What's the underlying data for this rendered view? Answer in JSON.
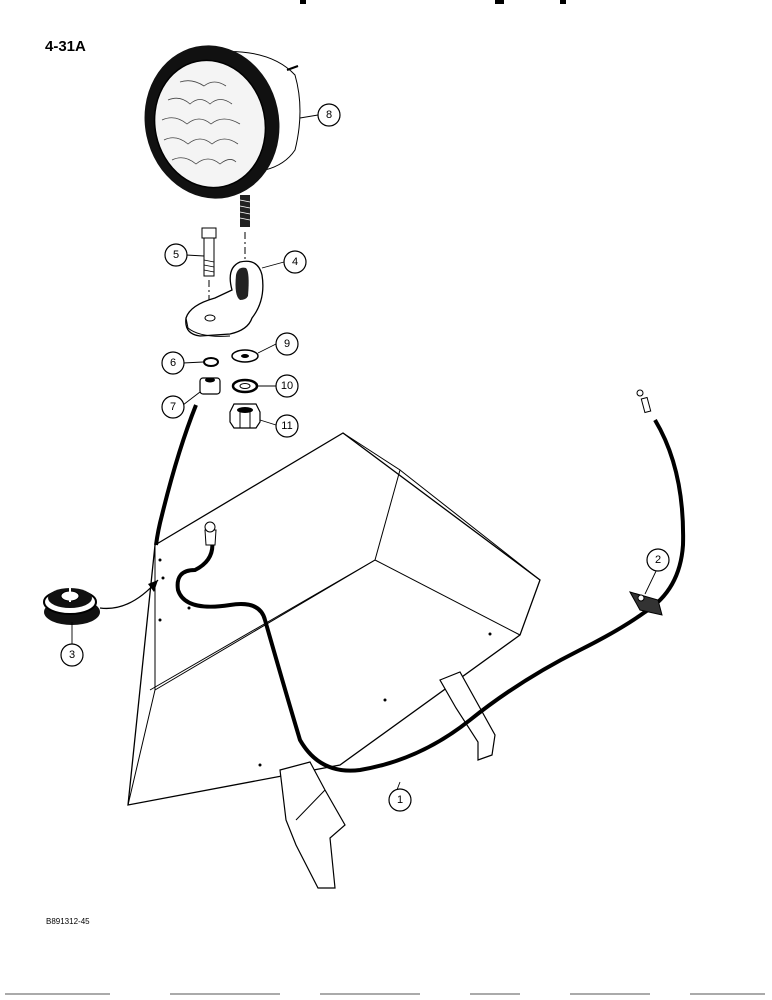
{
  "page_label": "4-31A",
  "figure_code": "B891312-45",
  "callouts": {
    "c1": "1",
    "c2": "2",
    "c3": "3",
    "c4": "4",
    "c5": "5",
    "c6": "6",
    "c7": "7",
    "c8": "8",
    "c9": "9",
    "c10": "10",
    "c11": "11"
  }
}
